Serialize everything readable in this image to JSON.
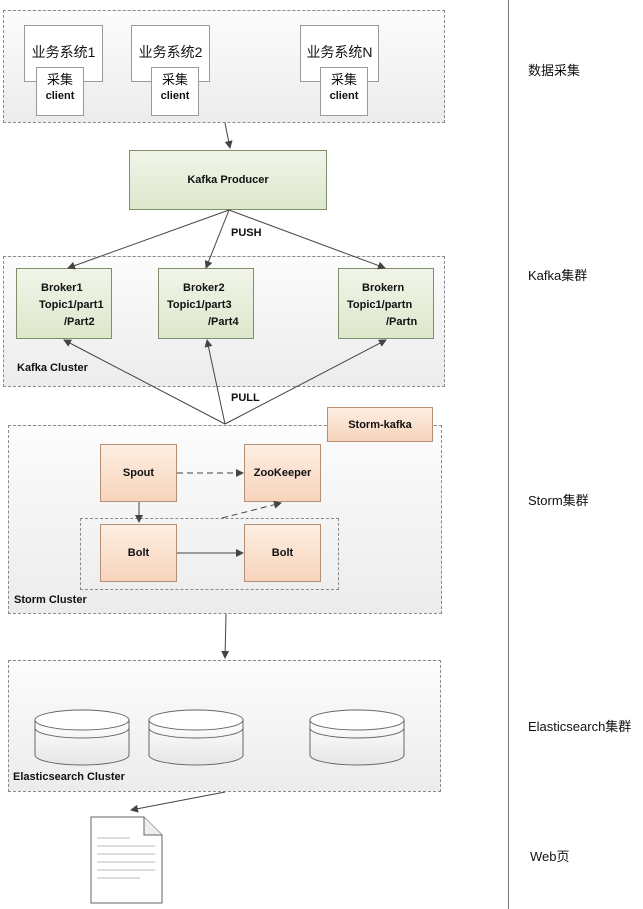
{
  "collection": {
    "systems": [
      {
        "name": "业务系统1",
        "collector": "采集",
        "client": "client"
      },
      {
        "name": "业务系统2",
        "collector": "采集",
        "client": "client"
      },
      {
        "name": "业务系统N",
        "collector": "采集",
        "client": "client"
      }
    ]
  },
  "producer": {
    "label": "Kafka Producer"
  },
  "push_label": "PUSH",
  "pull_label": "PULL",
  "kafka": {
    "cluster_label": "Kafka Cluster",
    "brokers": [
      {
        "line1": "Broker1",
        "line2": "Topic1/part1",
        "line3": "/Part2"
      },
      {
        "line1": "Broker2",
        "line2": "Topic1/part3",
        "line3": "/Part4"
      },
      {
        "line1": "Brokern",
        "line2": "Topic1/partn",
        "line3": "/Partn"
      }
    ]
  },
  "storm": {
    "cluster_label": "Storm Cluster",
    "storm_kafka": "Storm-kafka",
    "spout": "Spout",
    "zookeeper": "ZooKeeper",
    "bolt1": "Bolt",
    "bolt2": "Bolt"
  },
  "es": {
    "cluster_label": "Elasticsearch Cluster"
  },
  "side_labels": {
    "collection": "数据采集",
    "kafka": "Kafka集群",
    "storm": "Storm集群",
    "es": "Elasticsearch集群",
    "web": "Web页"
  }
}
